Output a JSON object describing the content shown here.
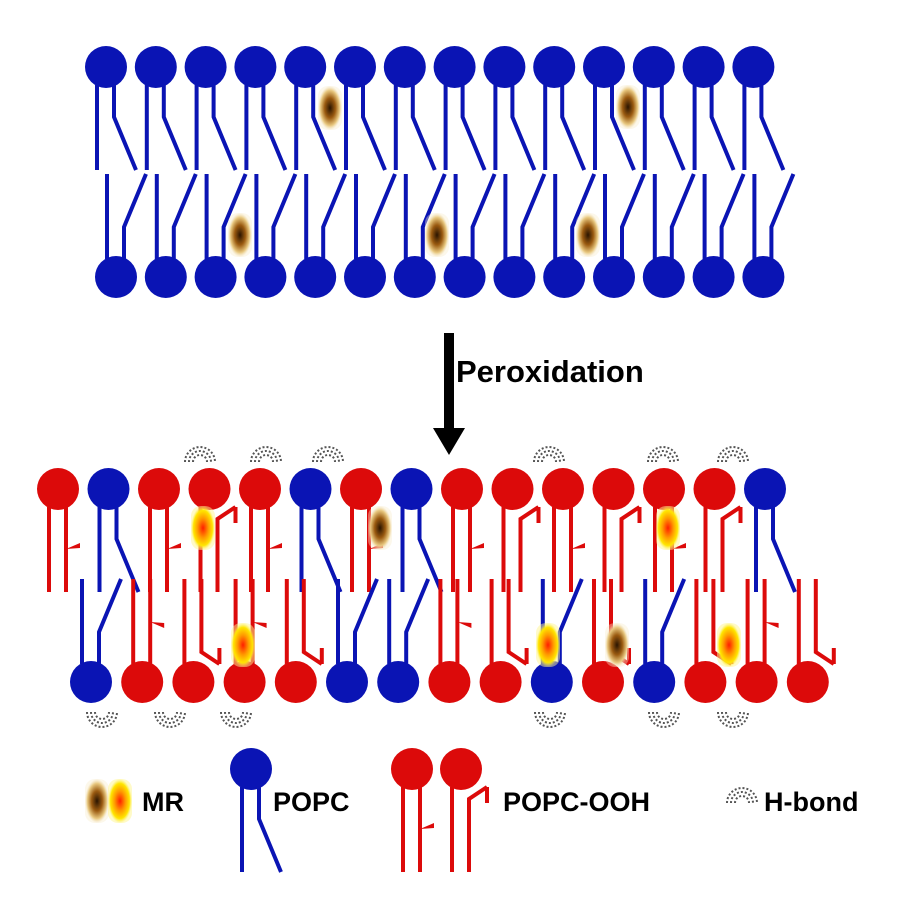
{
  "process": {
    "label": "Peroxidation"
  },
  "colors": {
    "popc": "#0a14b4",
    "popc_ooh": "#dc0a0a",
    "arrow": "#000000",
    "hbond": "#555555",
    "mr_dark": "#3a1e00",
    "mr_mid": "#c07818",
    "mr_halo": "#f0dc78",
    "mr_red": "#ff2a00",
    "mr_yellow": "#ffee00"
  },
  "membranes": {
    "before": {
      "top_leaflet": [
        "POPC",
        "POPC",
        "POPC",
        "POPC",
        "POPC",
        "POPC",
        "POPC",
        "POPC",
        "POPC",
        "POPC",
        "POPC",
        "POPC",
        "POPC",
        "POPC"
      ],
      "bottom_leaflet": [
        "POPC",
        "POPC",
        "POPC",
        "POPC",
        "POPC",
        "POPC",
        "POPC",
        "POPC",
        "POPC",
        "POPC",
        "POPC",
        "POPC",
        "POPC",
        "POPC"
      ]
    },
    "after": {
      "top_leaflet": [
        "POPC-OOH",
        "POPC",
        "POPC-OOH",
        "POPC-OOH",
        "POPC-OOH",
        "POPC",
        "POPC-OOH",
        "POPC",
        "POPC-OOH",
        "POPC-OOH",
        "POPC-OOH",
        "POPC-OOH",
        "POPC-OOH",
        "POPC-OOH",
        "POPC"
      ],
      "bottom_leaflet": [
        "POPC",
        "POPC-OOH",
        "POPC-OOH",
        "POPC-OOH",
        "POPC-OOH",
        "POPC",
        "POPC",
        "POPC-OOH",
        "POPC-OOH",
        "POPC",
        "POPC-OOH",
        "POPC",
        "POPC-OOH",
        "POPC-OOH",
        "POPC-OOH"
      ]
    }
  },
  "legend": {
    "mr": "MR",
    "popc": "POPC",
    "popc_ooh": "POPC-OOH",
    "hbond": "H-bond"
  }
}
